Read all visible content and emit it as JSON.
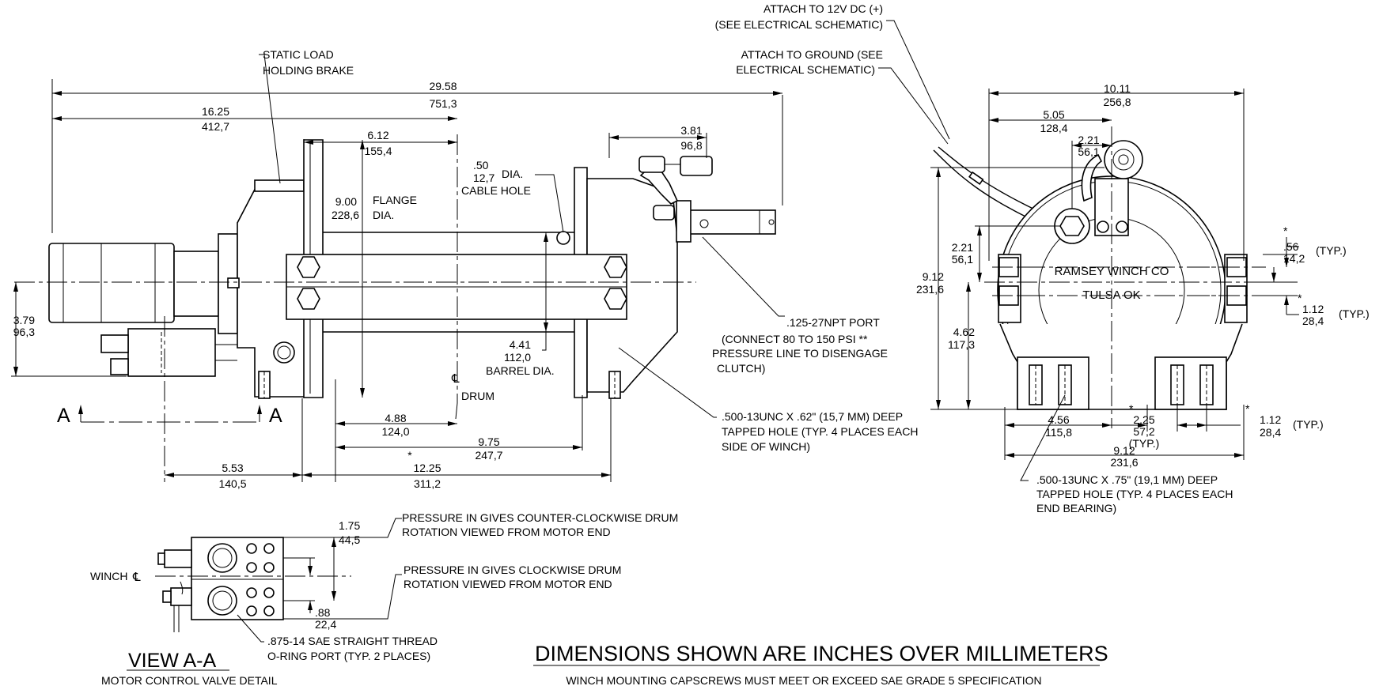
{
  "elec": {
    "attach_12v_1": "ATTACH TO 12V DC (+)",
    "attach_12v_2": "(SEE ELECTRICAL SCHEMATIC)",
    "ground_1": "ATTACH TO GROUND (SEE",
    "ground_2": "ELECTRICAL SCHEMATIC)"
  },
  "side": {
    "brake_1": "STATIC LOAD",
    "brake_2": "HOLDING BRAKE",
    "overall_in": "29.58",
    "overall_mm": "751,3",
    "d1625_in": "16.25",
    "d1625_mm": "412,7",
    "d612_in": "6.12",
    "d612_mm": "155,4",
    "d381_in": "3.81",
    "d381_mm": "96,8",
    "flange_in": "9.00",
    "flange_mm": "228,6",
    "flange_l1": "FLANGE",
    "flange_l2": "DIA.",
    "hole_in": ".50",
    "hole_mm": "12,7",
    "hole_l1": "DIA.",
    "hole_l2": "CABLE HOLE",
    "h379_in": "3.79",
    "h379_mm": "96,3",
    "barrel_in": "4.41",
    "barrel_mm": "112,0",
    "barrel_l": "BARREL DIA.",
    "drum": "DRUM",
    "cl": "℄",
    "d488_in": "4.88",
    "d488_mm": "124,0",
    "d975_in": "9.75",
    "d975_mm": "247,7",
    "d553_in": "5.53",
    "d553_mm": "140,5",
    "d1225_in": "12.25",
    "d1225_mm": "311,2",
    "star": "*",
    "port_1": ".125-27NPT PORT",
    "port_2": "(CONNECT 80 TO 150 PSI **",
    "port_3": "PRESSURE LINE TO DISENGAGE",
    "port_4": "CLUTCH)",
    "tap_1": ".500-13UNC X .62\" (15,7 MM) DEEP",
    "tap_2": "TAPPED HOLE (TYP. 4 PLACES EACH",
    "tap_3": "SIDE OF WINCH)",
    "section": "A"
  },
  "end": {
    "w_in": "10.11",
    "w_mm": "256,8",
    "half_in": "5.05",
    "half_mm": "128,4",
    "d221t_in": "2.21",
    "d221t_mm": "56,1",
    "d221l_in": "2.21",
    "d221l_mm": "56,1",
    "h912_in": "9.12",
    "h912_mm": "231,6",
    "h462_in": "4.62",
    "h462_mm": "117,3",
    "d056_in": ".56",
    "d056_mm": "14,2",
    "d112r_in": "1.12",
    "d112r_mm": "28,4",
    "typ": "(TYP.)",
    "w456_in": "4.56",
    "w456_mm": "115,8",
    "w225_in": "2.25",
    "w225_mm": "57,2",
    "w112_in": "1.12",
    "w112_mm": "28,4",
    "w912_in": "9.12",
    "w912_mm": "231,6",
    "brand_1": "RAMSEY WINCH CO",
    "brand_2": "TULSA OK",
    "tap_1": ".500-13UNC X .75\" (19,1 MM) DEEP",
    "tap_2": "TAPPED HOLE (TYP. 4 PLACES EACH",
    "tap_3": "END BEARING)",
    "star": "*"
  },
  "valve": {
    "ccw_1": "PRESSURE IN GIVES COUNTER-CLOCKWISE DRUM",
    "ccw_2": "ROTATION VIEWED FROM MOTOR END",
    "cw_1": "PRESSURE IN GIVES CLOCKWISE DRUM",
    "cw_2": "ROTATION VIEWED FROM MOTOR END",
    "d175_in": "1.75",
    "d175_mm": "44,5",
    "d088_in": ".88",
    "d088_mm": "22,4",
    "winch": "WINCH",
    "oring_1": ".875-14 SAE STRAIGHT THREAD",
    "oring_2": "O-RING PORT (TYP. 2 PLACES)",
    "view_title": "VIEW  A-A",
    "view_sub": "MOTOR CONTROL VALVE DETAIL"
  },
  "notes": {
    "units": "DIMENSIONS SHOWN ARE INCHES OVER MILLIMETERS",
    "capscrews": "WINCH MOUNTING CAPSCREWS MUST MEET OR EXCEED SAE GRADE 5 SPECIFICATION"
  }
}
